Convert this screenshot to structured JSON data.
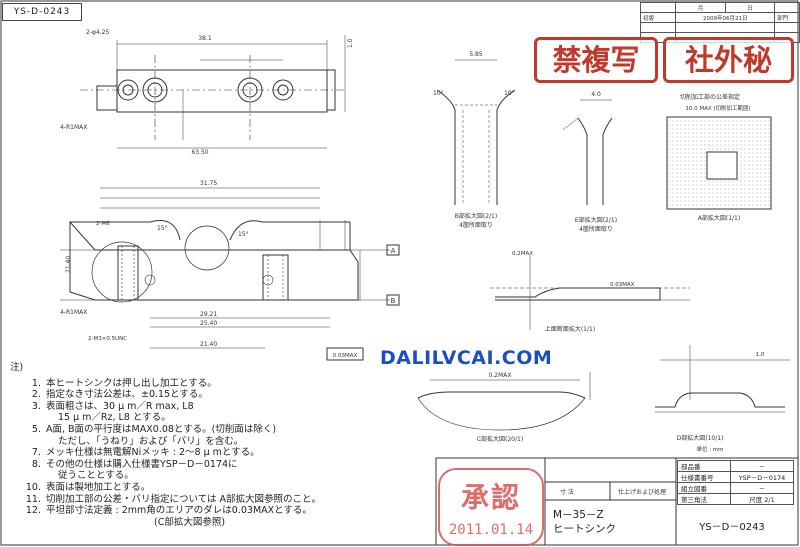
{
  "document_id": "YS-D-0243",
  "watermark": "DALILVCAI.COM",
  "stamps": {
    "no_copy": "禁複写",
    "confidential": "社外秘",
    "approval_text": "承認",
    "approval_date": "2011.01.14"
  },
  "revision_table": {
    "header_month": "月",
    "header_day": "日",
    "rows": [
      {
        "label": "初版",
        "date": "2009年06月21日",
        "dept": "部門"
      }
    ]
  },
  "notes": {
    "heading": "注)",
    "items": [
      "本ヒートシンクは押し出し加工とする。",
      "指定なき寸法公差は、±0.15とする。",
      "表面粗さは、30 μ m／R max, L8",
      "A面, B面の平行度はMAX0.08とする。(切削面は除く)",
      "メッキ仕様は無電解Niメッキ : 2～8 μ mとする。",
      "その他の仕様は購入仕様書YSP－D－0174に",
      "表面は製地加工とする。",
      "切削加工部の公差・バリ指定については A部拡大図参照のこと。",
      "平坦部寸法定義 : 2mm角のエリアのダレは0.03MAXとする。"
    ],
    "continuations": {
      "line_3b": "15 μ m／Rz,     L8     とする。",
      "line_4b": "ただし、「うねり」および「バリ」を含む。",
      "line_6b": "従うこととする。",
      "line_9b": "(C部拡大図参照)"
    }
  },
  "title_block": {
    "part_name": "M－35－Z",
    "part_desc": "ヒートシンク",
    "drawing_no": "YS－D－0243",
    "surface_treatment": "仕上げおよび処理",
    "dimension": "寸 法",
    "rows": [
      {
        "label": "部品番",
        "value": "－"
      },
      {
        "label": "仕様書番号",
        "value": "YSP－D－0174"
      },
      {
        "label": "組立図番",
        "value": "－"
      },
      {
        "label": "第三角法",
        "value": "尺度  2/1"
      }
    ]
  },
  "view_labels": {
    "b_detail": "B部拡大図(2/1)",
    "b_note": "4箇所面取り",
    "e_detail": "E部拡大図(2/1)",
    "e_note": "4箇所面取り",
    "a_detail": "A部拡大図(1/1)",
    "top_section": "上面断面拡大(1/1)",
    "c_detail": "C部拡大図(20/1)",
    "d_detail": "D部拡大図(10/1)",
    "cut_header": "切削加工部の公差指定",
    "cut_dim": "10.0 MAX (切削加工範囲)",
    "unit": "単位 : mm",
    "datum_a": "A",
    "datum_b": "B"
  },
  "dims": {
    "d1": "38.1",
    "d2": "63.50",
    "d3": "31.75",
    "d4": "21.40",
    "d5": "29.21",
    "d6": "25.40",
    "d7": "2-φ4.25",
    "d8": "4-R1MAX",
    "d9": "2-M6",
    "d10": "2-M3×0.5UNC",
    "d11": "15°",
    "d12": "0.2MAX",
    "d13": "0.03MAX",
    "d14": "1.0",
    "d15": "4.0",
    "d16": "5.85",
    "d17": "10°"
  }
}
